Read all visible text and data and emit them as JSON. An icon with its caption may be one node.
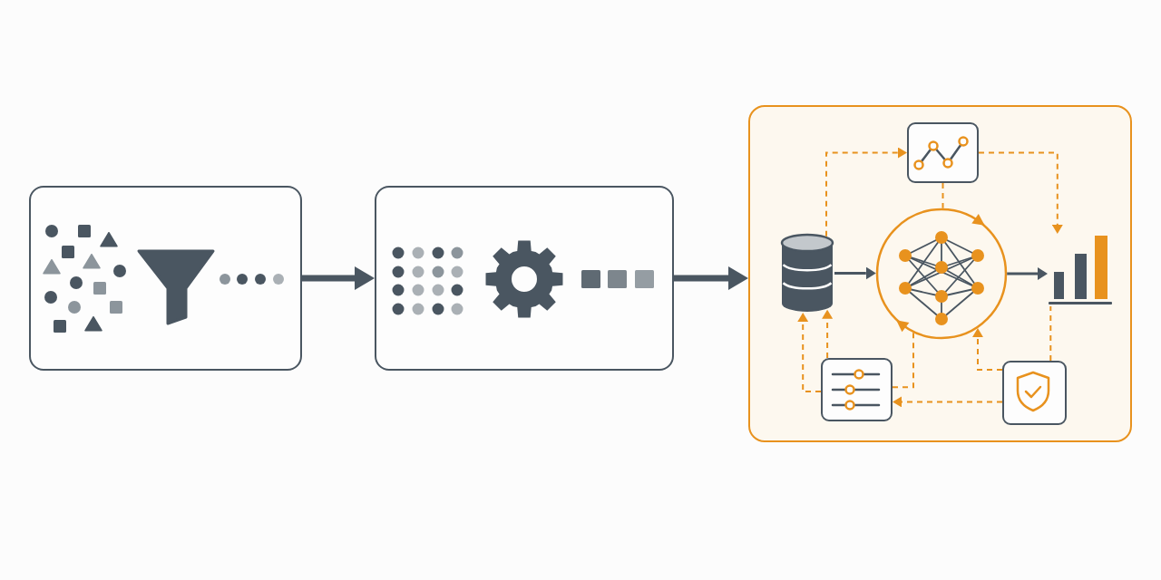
{
  "diagram": {
    "nodes": [
      {
        "text": [],
        "shape": "box"
      },
      {
        "text": [],
        "shape": "box"
      },
      {
        "text": [],
        "shape": "box"
      },
      {
        "text": [],
        "shape": "box",
        "in": 2
      },
      {
        "text": [],
        "shape": "cylinder",
        "in": 2
      },
      {
        "text": [],
        "shape": "circle",
        "in": 2
      },
      {
        "text": [],
        "shape": "picture",
        "in": 2
      },
      {
        "text": [],
        "shape": "box",
        "in": 2
      },
      {
        "text": [],
        "shape": "box",
        "in": 2
      }
    ],
    "edges": [
      {
        "from": 0,
        "to": 1,
        "arrow": "to",
        "style": "thick",
        "color": "#4a5661"
      },
      {
        "from": 1,
        "to": 2,
        "arrow": "to",
        "style": "thick",
        "color": "#4a5661"
      },
      {
        "from": 4,
        "to": 5,
        "arrow": "to",
        "color": "#4a5661"
      },
      {
        "from": 5,
        "to": 6,
        "arrow": "to",
        "color": "#4a5661"
      },
      {
        "from": 4,
        "to": 3,
        "arrow": "to",
        "style": "dashed"
      },
      {
        "from": 3,
        "to": 6,
        "arrow": "to",
        "style": "dashed"
      },
      {
        "from": 3,
        "to": 5,
        "arrow": "none",
        "style": "dashed"
      },
      {
        "from": 7,
        "to": 4,
        "arrow": "to",
        "style": "dashed"
      },
      {
        "from": 7,
        "to": 4,
        "arrow": "to",
        "style": "dashed"
      },
      {
        "from": 7,
        "to": 5,
        "arrow": "none",
        "style": "dashed"
      },
      {
        "from": 8,
        "to": 5,
        "arrow": "to",
        "style": "dashed"
      },
      {
        "from": 8,
        "to": 7,
        "arrow": "to",
        "style": "dashed"
      },
      {
        "from": 8,
        "to": 6,
        "arrow": "none",
        "style": "dashed"
      }
    ]
  }
}
